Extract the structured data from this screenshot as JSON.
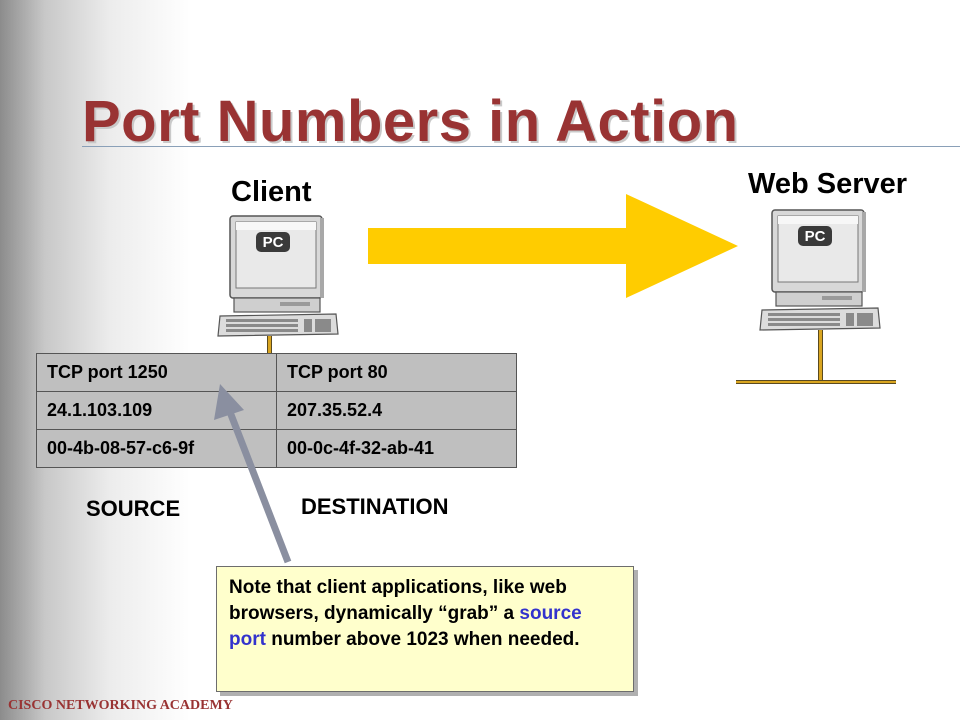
{
  "slide": {
    "title": "Port Numbers in Action",
    "footer": "CISCO NETWORKING ACADEMY"
  },
  "client": {
    "label": "Client",
    "pc_label": "PC"
  },
  "server": {
    "label": "Web Server",
    "pc_label": "PC"
  },
  "arrow": {
    "color": "#ffcc00"
  },
  "address_table": {
    "rows": [
      {
        "source": "TCP port 1250",
        "destination": "TCP port 80"
      },
      {
        "source": "24.1.103.109",
        "destination": "207.35.52.4"
      },
      {
        "source": "00-4b-08-57-c6-9f",
        "destination": "00-0c-4f-32-ab-41"
      }
    ],
    "source_label": "SOURCE",
    "destination_label": "DESTINATION"
  },
  "note": {
    "text_before": "Note that client applications, like web browsers, dynamically “grab” a ",
    "highlight": "source port",
    "text_after": " number above 1023 when needed.",
    "highlight_color": "#3333cc"
  },
  "colors": {
    "title": "#993333",
    "table_bg": "#bfbfbf",
    "note_bg": "#ffffcc"
  }
}
